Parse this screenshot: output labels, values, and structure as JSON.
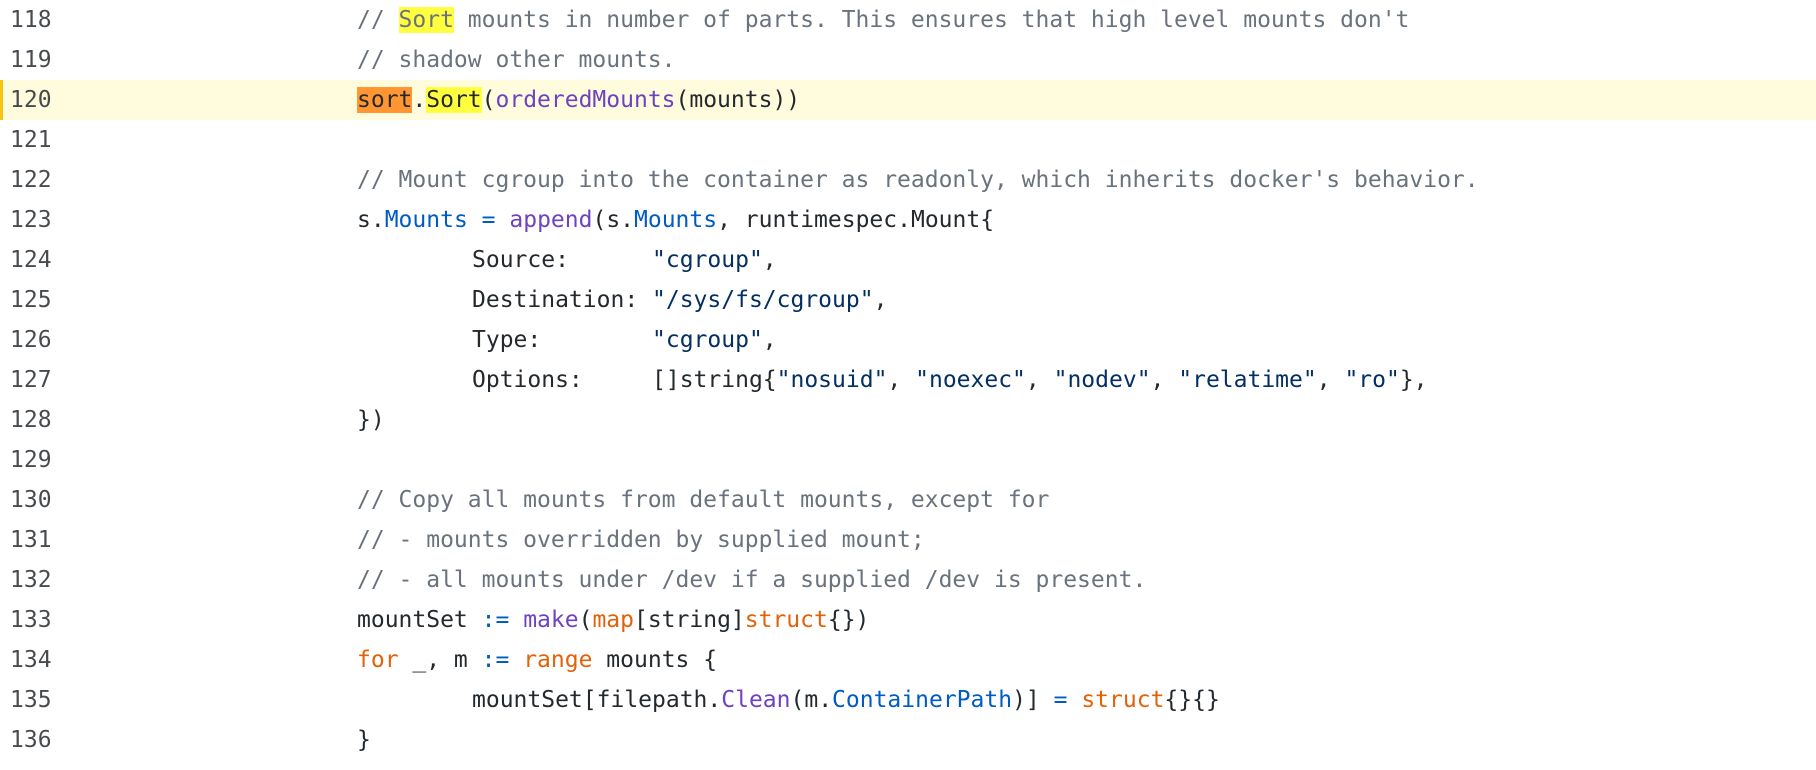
{
  "editor": {
    "colors": {
      "active_line_bg": "#fffbdd",
      "search_match": "#ffff40",
      "current_match": "#ff9632",
      "comment": "#6a737d",
      "string": "#032f62",
      "keyword": "#d73a49",
      "type": "#e36209",
      "function": "#6f42c1",
      "field": "#005cc5"
    },
    "active_line": 120,
    "lines": [
      {
        "n": "118",
        "indent": 0,
        "tokens": [
          {
            "t": "// ",
            "c": "com"
          },
          {
            "t": "Sort",
            "c": "com hl"
          },
          {
            "t": " mounts in number of parts. This ensures that high level mounts don't",
            "c": "com"
          }
        ]
      },
      {
        "n": "119",
        "indent": 0,
        "tokens": [
          {
            "t": "// shadow other mounts.",
            "c": "com"
          }
        ]
      },
      {
        "n": "120",
        "indent": 0,
        "active": true,
        "tokens": [
          {
            "t": "sort",
            "c": "hl-cur"
          },
          {
            "t": ".",
            "c": ""
          },
          {
            "t": "Sort",
            "c": "hl"
          },
          {
            "t": "(",
            "c": ""
          },
          {
            "t": "orderedMounts",
            "c": "fn"
          },
          {
            "t": "(mounts))",
            "c": ""
          }
        ]
      },
      {
        "n": "121",
        "indent": 0,
        "tokens": []
      },
      {
        "n": "122",
        "indent": 0,
        "tokens": [
          {
            "t": "// Mount cgroup into the container as readonly, which inherits docker's behavior.",
            "c": "com"
          }
        ]
      },
      {
        "n": "123",
        "indent": 0,
        "tokens": [
          {
            "t": "s.",
            "c": ""
          },
          {
            "t": "Mounts",
            "c": "fld"
          },
          {
            "t": " ",
            "c": ""
          },
          {
            "t": "=",
            "c": "op"
          },
          {
            "t": " ",
            "c": ""
          },
          {
            "t": "append",
            "c": "fn"
          },
          {
            "t": "(s.",
            "c": ""
          },
          {
            "t": "Mounts",
            "c": "fld"
          },
          {
            "t": ", runtimespec.Mount{",
            "c": ""
          }
        ]
      },
      {
        "n": "124",
        "indent": 1,
        "tokens": [
          {
            "t": "Source:      ",
            "c": ""
          },
          {
            "t": "\"cgroup\"",
            "c": "str"
          },
          {
            "t": ",",
            "c": ""
          }
        ]
      },
      {
        "n": "125",
        "indent": 1,
        "tokens": [
          {
            "t": "Destination: ",
            "c": ""
          },
          {
            "t": "\"/sys/fs/cgroup\"",
            "c": "str"
          },
          {
            "t": ",",
            "c": ""
          }
        ]
      },
      {
        "n": "126",
        "indent": 1,
        "tokens": [
          {
            "t": "Type:        ",
            "c": ""
          },
          {
            "t": "\"cgroup\"",
            "c": "str"
          },
          {
            "t": ",",
            "c": ""
          }
        ]
      },
      {
        "n": "127",
        "indent": 1,
        "tokens": [
          {
            "t": "Options:     []string{",
            "c": ""
          },
          {
            "t": "\"nosuid\"",
            "c": "str"
          },
          {
            "t": ", ",
            "c": ""
          },
          {
            "t": "\"noexec\"",
            "c": "str"
          },
          {
            "t": ", ",
            "c": ""
          },
          {
            "t": "\"nodev\"",
            "c": "str"
          },
          {
            "t": ", ",
            "c": ""
          },
          {
            "t": "\"relatime\"",
            "c": "str"
          },
          {
            "t": ", ",
            "c": ""
          },
          {
            "t": "\"ro\"",
            "c": "str"
          },
          {
            "t": "},",
            "c": ""
          }
        ]
      },
      {
        "n": "128",
        "indent": 0,
        "tokens": [
          {
            "t": "})",
            "c": ""
          }
        ]
      },
      {
        "n": "129",
        "indent": 0,
        "tokens": []
      },
      {
        "n": "130",
        "indent": 0,
        "tokens": [
          {
            "t": "// Copy all mounts from default mounts, except for",
            "c": "com"
          }
        ]
      },
      {
        "n": "131",
        "indent": 0,
        "tokens": [
          {
            "t": "// - mounts overridden by supplied mount;",
            "c": "com"
          }
        ]
      },
      {
        "n": "132",
        "indent": 0,
        "tokens": [
          {
            "t": "// - all mounts under /dev if a supplied /dev is present.",
            "c": "com"
          }
        ]
      },
      {
        "n": "133",
        "indent": 0,
        "tokens": [
          {
            "t": "mountSet ",
            "c": ""
          },
          {
            "t": ":=",
            "c": "op"
          },
          {
            "t": " ",
            "c": ""
          },
          {
            "t": "make",
            "c": "fn"
          },
          {
            "t": "(",
            "c": ""
          },
          {
            "t": "map",
            "c": "typ"
          },
          {
            "t": "[string]",
            "c": ""
          },
          {
            "t": "struct",
            "c": "typ"
          },
          {
            "t": "{})",
            "c": ""
          }
        ]
      },
      {
        "n": "134",
        "indent": 0,
        "tokens": [
          {
            "t": "for",
            "c": "typ"
          },
          {
            "t": " _, m ",
            "c": ""
          },
          {
            "t": ":=",
            "c": "op"
          },
          {
            "t": " ",
            "c": ""
          },
          {
            "t": "range",
            "c": "typ"
          },
          {
            "t": " mounts {",
            "c": ""
          }
        ]
      },
      {
        "n": "135",
        "indent": 1,
        "tokens": [
          {
            "t": "mountSet[filepath.",
            "c": ""
          },
          {
            "t": "Clean",
            "c": "fn"
          },
          {
            "t": "(m.",
            "c": ""
          },
          {
            "t": "ContainerPath",
            "c": "fld"
          },
          {
            "t": ")] ",
            "c": ""
          },
          {
            "t": "=",
            "c": "op"
          },
          {
            "t": " ",
            "c": ""
          },
          {
            "t": "struct",
            "c": "typ"
          },
          {
            "t": "{}{}",
            "c": ""
          }
        ]
      },
      {
        "n": "136",
        "indent": 0,
        "tokens": [
          {
            "t": "}",
            "c": ""
          }
        ]
      }
    ]
  }
}
